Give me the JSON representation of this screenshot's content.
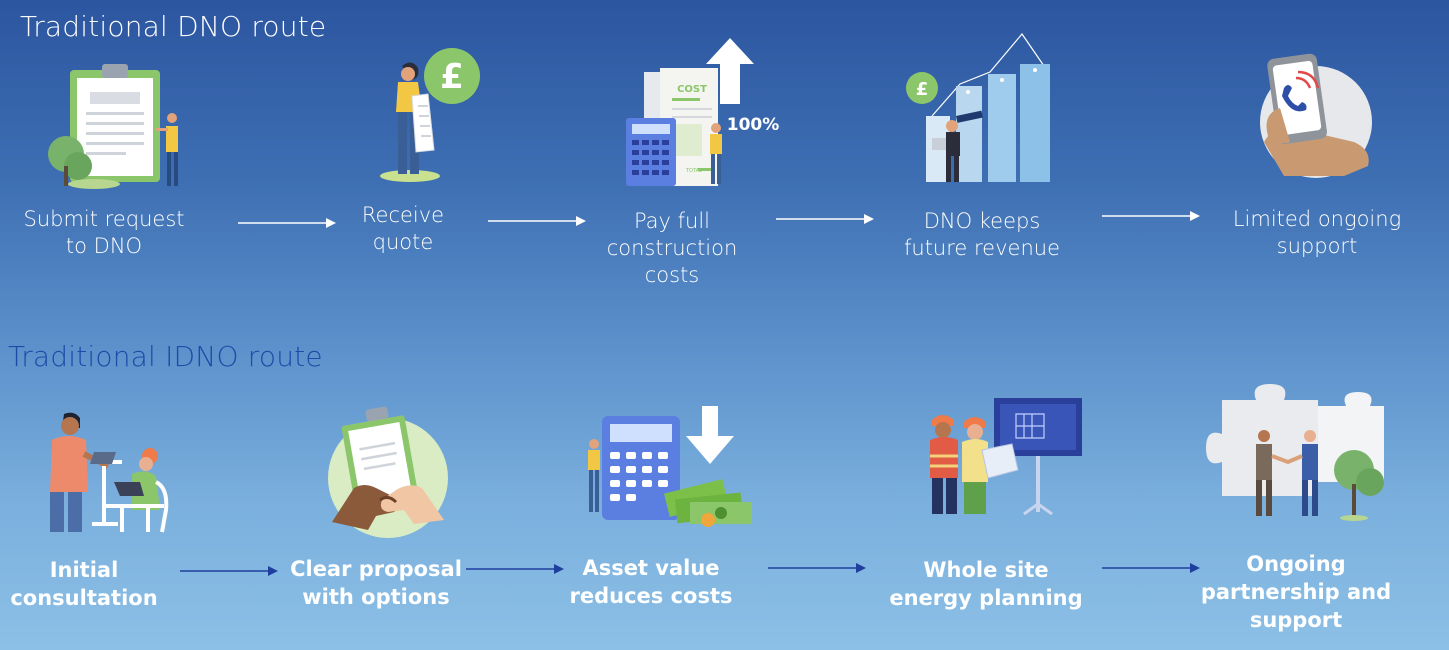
{
  "dno_route": {
    "title": "Traditional DNO route",
    "steps": [
      {
        "label": "Submit request\nto DNO"
      },
      {
        "label": "Receive\nquote"
      },
      {
        "label": "Pay full\nconstruction\ncosts"
      },
      {
        "label": "DNO keeps\nfuture revenue"
      },
      {
        "label": "Limited ongoing\nsupport"
      }
    ],
    "cost_tag": "COST",
    "total_tag": "TOTAL",
    "percent_badge": "100%",
    "currency_symbol": "£"
  },
  "idno_route": {
    "title": "Traditional IDNO route",
    "steps": [
      {
        "label": "Initial\nconsultation"
      },
      {
        "label": "Clear proposal\nwith options"
      },
      {
        "label": "Asset value\nreduces costs"
      },
      {
        "label": "Whole site\nenergy planning"
      },
      {
        "label": "Ongoing\npartnership and\nsupport"
      }
    ]
  },
  "colors": {
    "title_dno": "#ffffff",
    "title_idno": "#1f4aa8",
    "arrow_dno": "#ffffff",
    "arrow_idno": "#1f3f9e"
  }
}
